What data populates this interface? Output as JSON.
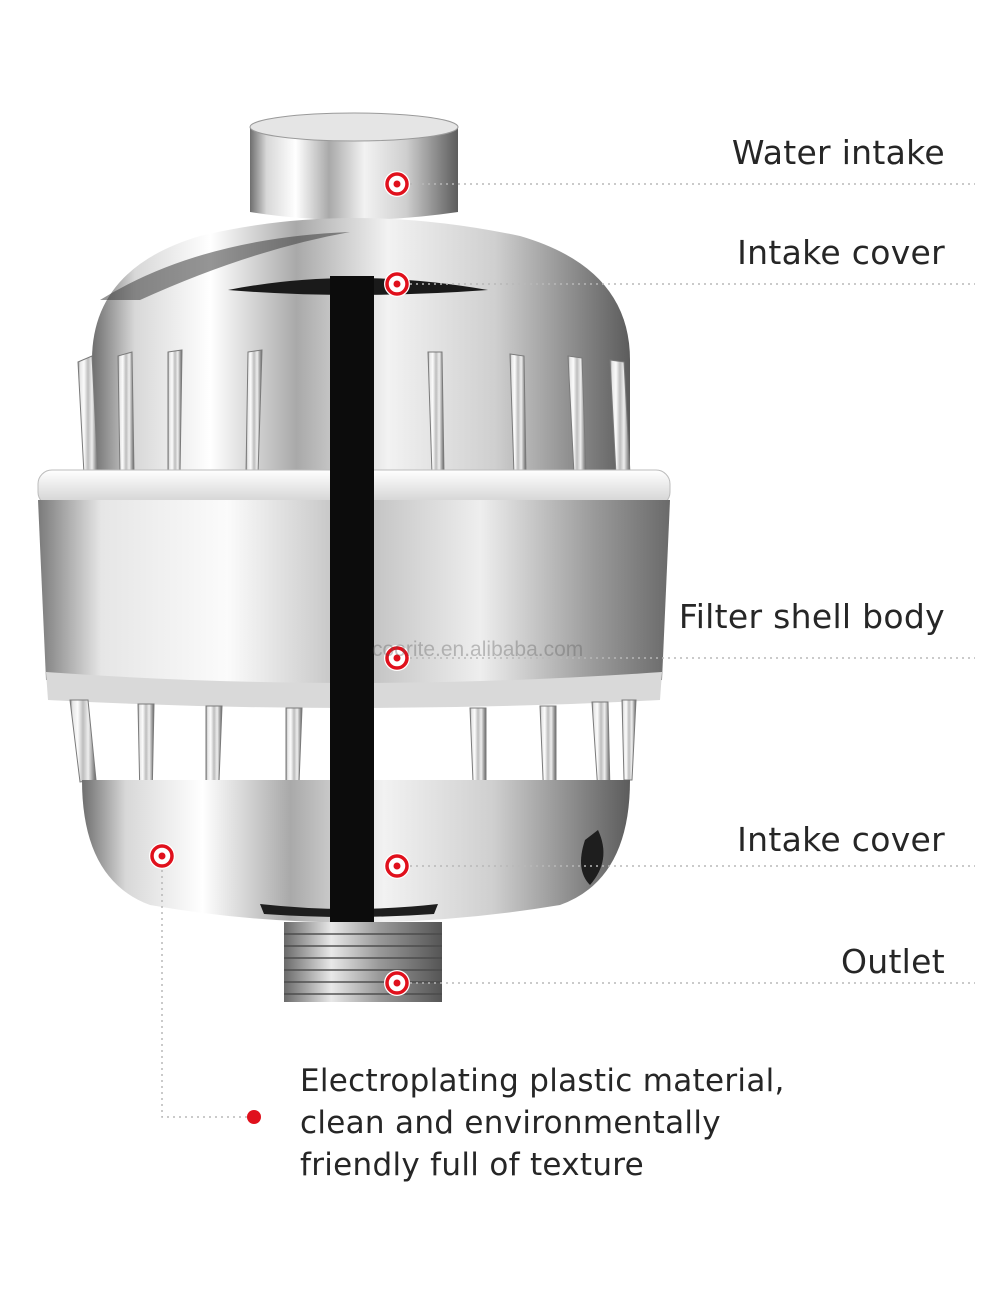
{
  "labels": {
    "water_intake": "Water intake",
    "intake_cover_top": "Intake cover",
    "filter_shell_body": "Filter shell body",
    "intake_cover_bottom": "Intake cover",
    "outlet": "Outlet"
  },
  "note": {
    "line1": "Electroplating plastic material,",
    "line2": "clean and environmentally",
    "line3": "friendly full of texture"
  },
  "watermark": "coorite.en.alibaba.com",
  "colors": {
    "marker": "#e0101c",
    "leader": "#b8b8b8",
    "text": "#262626"
  }
}
